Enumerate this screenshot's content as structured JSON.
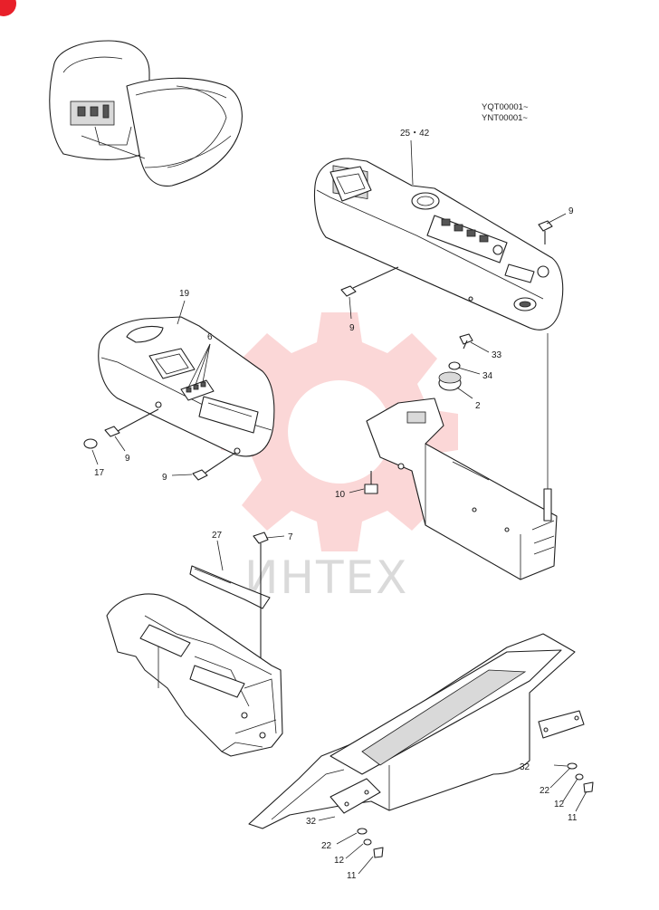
{
  "serials": [
    "YQT00001~",
    "YNT00001~"
  ],
  "watermark": "ИНТЕХ",
  "callouts": {
    "c25_42": "25・42",
    "c9_top": "9",
    "c9_mid": "9",
    "c19": "19",
    "c6": "6",
    "c33": "33",
    "c34": "34",
    "c2": "2",
    "c9_left": "9",
    "c17": "17",
    "c9_low": "9",
    "c10": "10",
    "c27": "27",
    "c7": "7",
    "c32_right": "32",
    "c22_right": "22",
    "c12_right": "12",
    "c11_right": "11",
    "c32_left": "32",
    "c22_left": "22",
    "c12_left": "12",
    "c11_left": "11"
  }
}
